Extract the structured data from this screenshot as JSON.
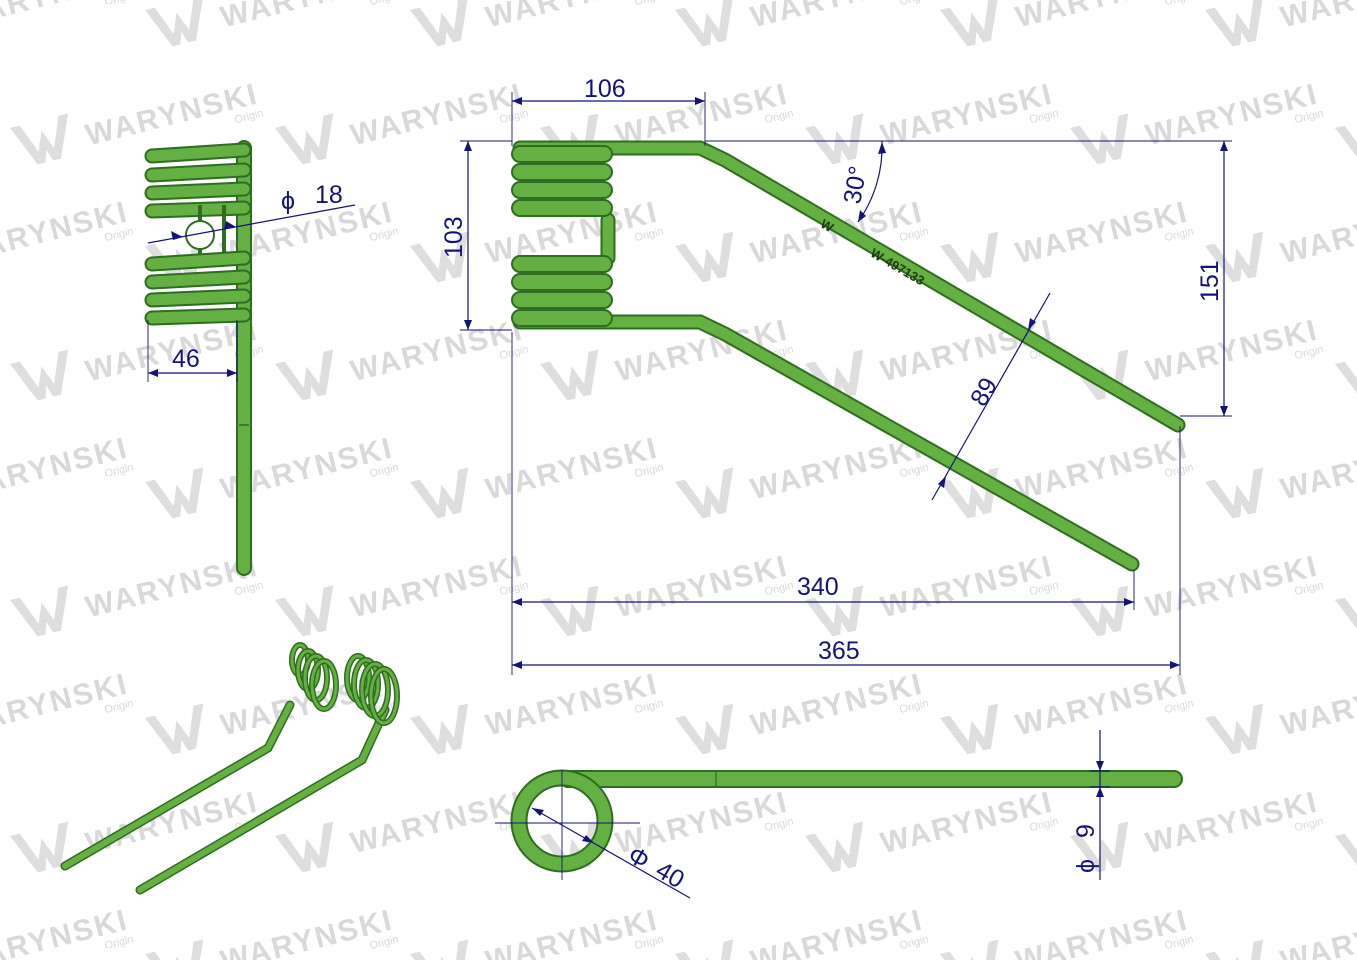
{
  "watermark": {
    "brand": "WARYNSKI",
    "sub": "Origin"
  },
  "part_markings": {
    "logo": "W",
    "code": "W-497133"
  },
  "dimensions": {
    "side_diameter": "18",
    "side_diameter_symbol": "ϕ",
    "side_width": "46",
    "top_width": "106",
    "height": "103",
    "angle": "30°",
    "total_height": "151",
    "spacing": "89",
    "length_inner": "340",
    "length_total": "365",
    "coil_diameter": "40",
    "coil_diameter_symbol": "Φ",
    "wire_diameter": "9",
    "wire_diameter_symbol": "ϕ"
  },
  "colors": {
    "dimension": "#13137a",
    "wire_light": "#64b043",
    "wire_dark": "#2f6d20",
    "watermark": "#d9d9d9"
  }
}
